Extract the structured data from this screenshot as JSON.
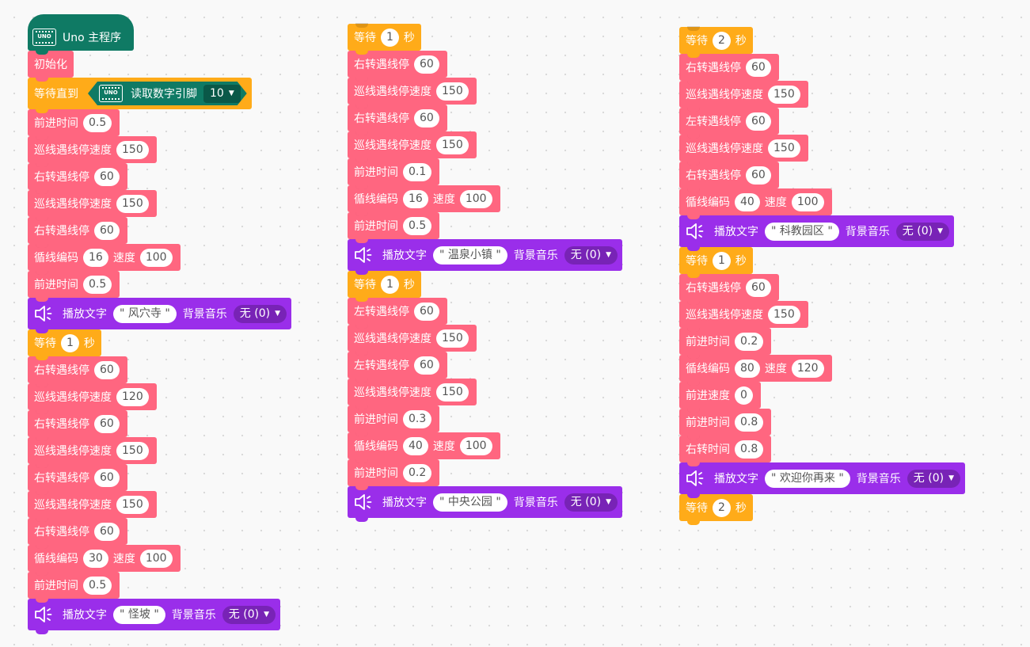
{
  "hat": {
    "icon_label": "UNO",
    "title": "Uno 主程序"
  },
  "labels": {
    "init": "初始化",
    "wait_until": "等待直到",
    "read_digital": "读取数字引脚",
    "forward_time": "前进时间",
    "line_speed": "巡线遇线停速度",
    "right_stop": "右转遇线停",
    "left_stop": "左转遇线停",
    "loop_code": "循线编码",
    "speed": "速度",
    "play_text": "播放文字",
    "bg_music": "背景音乐",
    "wait": "等待",
    "seconds": "秒",
    "forward_speed": "前进速度",
    "right_time": "右转时间",
    "music_none": "无 (0)"
  },
  "wait_until_pin": "10",
  "stacks": [
    {
      "blocks": [
        {
          "type": "init"
        },
        {
          "type": "wait_until"
        },
        {
          "type": "forward_time",
          "value": "0.5"
        },
        {
          "type": "line_speed",
          "value": "150"
        },
        {
          "type": "right_stop",
          "value": "60"
        },
        {
          "type": "line_speed",
          "value": "150"
        },
        {
          "type": "right_stop",
          "value": "60"
        },
        {
          "type": "loop_code",
          "code": "16",
          "speed": "100"
        },
        {
          "type": "forward_time",
          "value": "0.5"
        },
        {
          "type": "play_text",
          "text": "\" 风穴寺 \""
        },
        {
          "type": "wait",
          "value": "1"
        },
        {
          "type": "right_stop",
          "value": "60"
        },
        {
          "type": "line_speed",
          "value": "120"
        },
        {
          "type": "right_stop",
          "value": "60"
        },
        {
          "type": "line_speed",
          "value": "150"
        },
        {
          "type": "right_stop",
          "value": "60"
        },
        {
          "type": "line_speed",
          "value": "150"
        },
        {
          "type": "right_stop",
          "value": "60"
        },
        {
          "type": "loop_code",
          "code": "30",
          "speed": "100"
        },
        {
          "type": "forward_time",
          "value": "0.5"
        },
        {
          "type": "play_text",
          "text": "\" 怪坡 \""
        }
      ]
    },
    {
      "blocks": [
        {
          "type": "wait",
          "value": "1"
        },
        {
          "type": "right_stop",
          "value": "60"
        },
        {
          "type": "line_speed",
          "value": "150"
        },
        {
          "type": "right_stop",
          "value": "60"
        },
        {
          "type": "line_speed",
          "value": "150"
        },
        {
          "type": "forward_time",
          "value": "0.1"
        },
        {
          "type": "loop_code",
          "code": "16",
          "speed": "100"
        },
        {
          "type": "forward_time",
          "value": "0.5"
        },
        {
          "type": "play_text",
          "text": "\" 温泉小镇 \""
        },
        {
          "type": "wait",
          "value": "1"
        },
        {
          "type": "left_stop",
          "value": "60"
        },
        {
          "type": "line_speed",
          "value": "150"
        },
        {
          "type": "left_stop",
          "value": "60"
        },
        {
          "type": "line_speed",
          "value": "150"
        },
        {
          "type": "forward_time",
          "value": "0.3"
        },
        {
          "type": "loop_code",
          "code": "40",
          "speed": "100"
        },
        {
          "type": "forward_time",
          "value": "0.2"
        },
        {
          "type": "play_text",
          "text": "\" 中央公园 \""
        }
      ]
    },
    {
      "blocks": [
        {
          "type": "wait",
          "value": "2"
        },
        {
          "type": "right_stop",
          "value": "60"
        },
        {
          "type": "line_speed",
          "value": "150"
        },
        {
          "type": "left_stop",
          "value": "60"
        },
        {
          "type": "line_speed",
          "value": "150"
        },
        {
          "type": "right_stop",
          "value": "60"
        },
        {
          "type": "loop_code",
          "code": "40",
          "speed": "100"
        },
        {
          "type": "play_text",
          "text": "\" 科教园区 \""
        },
        {
          "type": "wait",
          "value": "1"
        },
        {
          "type": "right_stop",
          "value": "60"
        },
        {
          "type": "line_speed",
          "value": "150"
        },
        {
          "type": "forward_time",
          "value": "0.2"
        },
        {
          "type": "loop_code",
          "code": "80",
          "speed": "120"
        },
        {
          "type": "forward_speed",
          "value": "0"
        },
        {
          "type": "forward_time",
          "value": "0.8"
        },
        {
          "type": "right_time",
          "value": "0.8"
        },
        {
          "type": "play_text",
          "text": "\" 欢迎你再来 \""
        },
        {
          "type": "wait",
          "value": "2"
        }
      ]
    }
  ]
}
